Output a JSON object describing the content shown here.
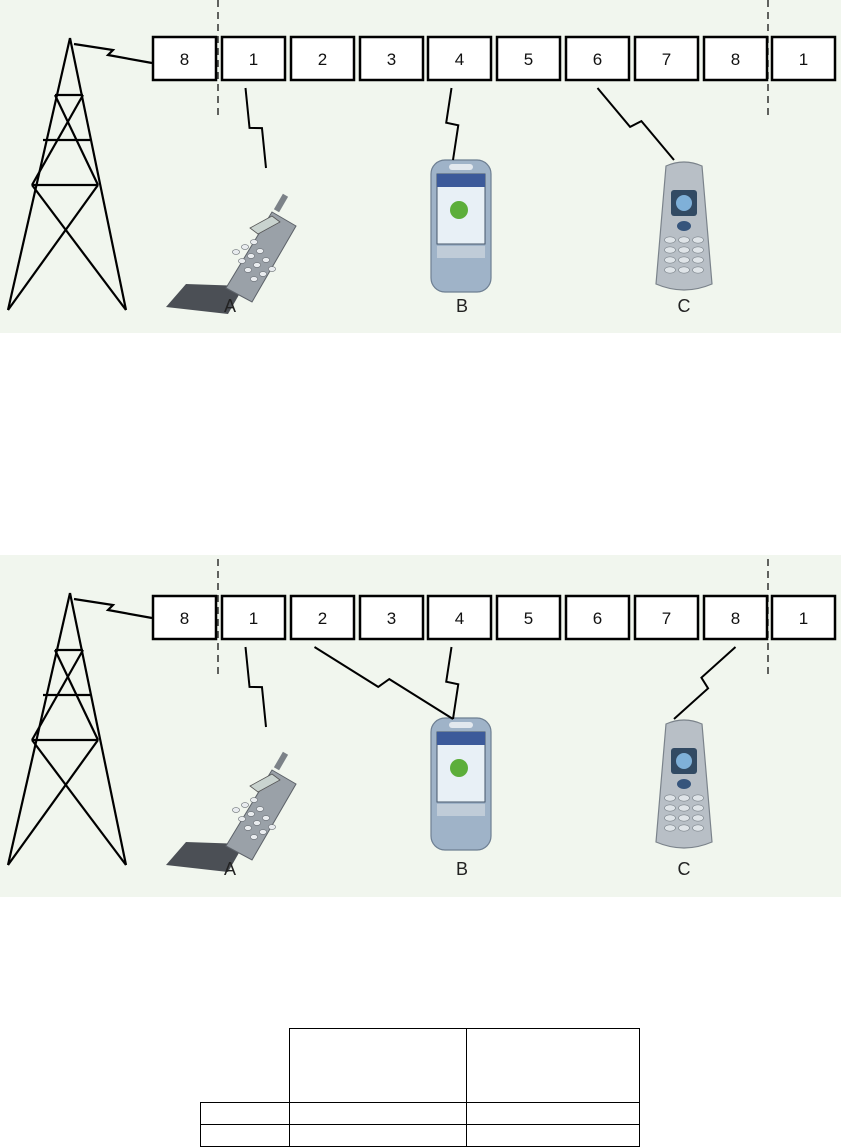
{
  "diagrams": [
    {
      "slots": [
        "8",
        "1",
        "2",
        "3",
        "4",
        "5",
        "6",
        "7",
        "8",
        "1"
      ],
      "phones": [
        {
          "label": "A",
          "type": "flip-phone",
          "slots": [
            "1"
          ]
        },
        {
          "label": "B",
          "type": "pda-phone",
          "slots": [
            "4"
          ]
        },
        {
          "label": "C",
          "type": "candybar-phone",
          "slots": [
            "6"
          ]
        }
      ]
    },
    {
      "slots": [
        "8",
        "1",
        "2",
        "3",
        "4",
        "5",
        "6",
        "7",
        "8",
        "1"
      ],
      "phones": [
        {
          "label": "A",
          "type": "flip-phone",
          "slots": [
            "1"
          ]
        },
        {
          "label": "B",
          "type": "pda-phone",
          "slots": [
            "2",
            "4"
          ]
        },
        {
          "label": "C",
          "type": "candybar-phone",
          "slots": [
            "8"
          ]
        }
      ]
    }
  ],
  "table": {
    "rows": [
      [
        "",
        "",
        ""
      ],
      [
        "",
        "",
        ""
      ],
      [
        "",
        "",
        ""
      ]
    ]
  },
  "colors": {
    "panel_background": "#f1f6ee",
    "slot_border": "#000000"
  }
}
